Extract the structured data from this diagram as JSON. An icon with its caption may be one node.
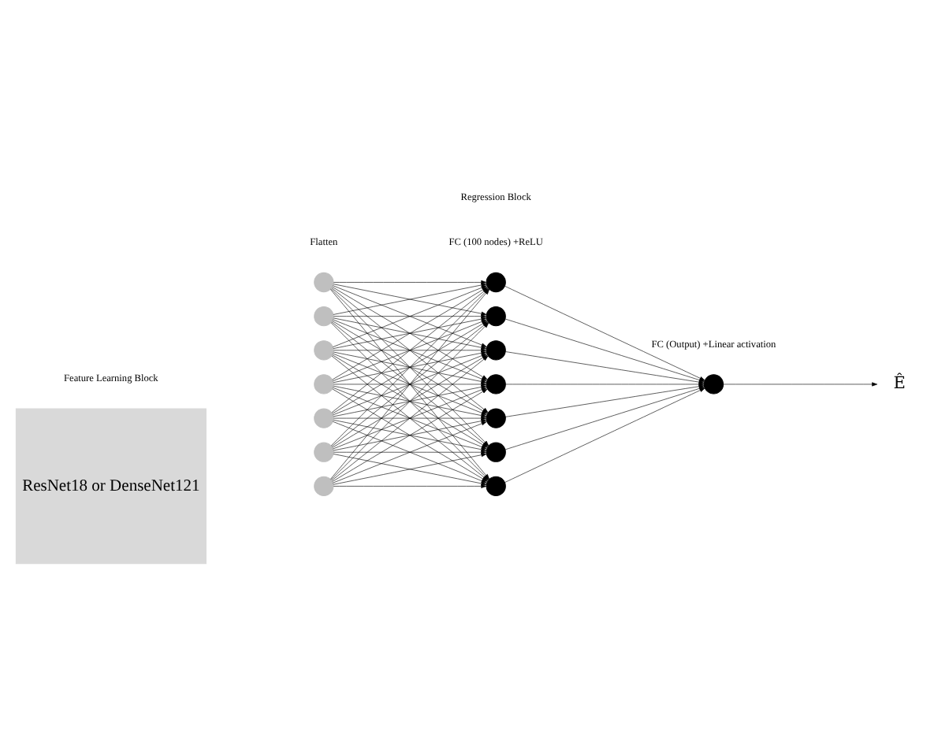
{
  "diagram": {
    "nodes": [
      {
        "text": [
          "ResNet18 or DenseNet121"
        ]
      },
      {
        "text": [],
        "shape": "circle"
      },
      {
        "text": [],
        "shape": "circle"
      },
      {
        "text": [],
        "shape": "circle"
      },
      {
        "text": [],
        "shape": "circle"
      },
      {
        "text": [],
        "shape": "circle"
      },
      {
        "text": [],
        "shape": "circle"
      },
      {
        "text": [],
        "shape": "circle"
      },
      {
        "text": [],
        "shape": "circle"
      },
      {
        "text": [],
        "shape": "circle"
      },
      {
        "text": [],
        "shape": "circle"
      },
      {
        "text": [],
        "shape": "circle"
      },
      {
        "text": [],
        "shape": "circle"
      },
      {
        "text": [],
        "shape": "circle"
      },
      {
        "text": [],
        "shape": "circle"
      },
      {
        "text": [],
        "shape": "circle"
      },
      {
        "text": [
          "Ê"
        ]
      }
    ],
    "edges": [
      {
        "from": 1,
        "to": 8,
        "arrow": "to"
      },
      {
        "from": 1,
        "to": 9,
        "arrow": "to"
      },
      {
        "from": 1,
        "to": 10,
        "arrow": "to"
      },
      {
        "from": 1,
        "to": 11,
        "arrow": "to"
      },
      {
        "from": 1,
        "to": 12,
        "arrow": "to"
      },
      {
        "from": 1,
        "to": 13,
        "arrow": "to"
      },
      {
        "from": 1,
        "to": 14,
        "arrow": "to"
      },
      {
        "from": 2,
        "to": 8,
        "arrow": "to"
      },
      {
        "from": 2,
        "to": 9,
        "arrow": "to"
      },
      {
        "from": 2,
        "to": 10,
        "arrow": "to"
      },
      {
        "from": 2,
        "to": 11,
        "arrow": "to"
      },
      {
        "from": 2,
        "to": 12,
        "arrow": "to"
      },
      {
        "from": 2,
        "to": 13,
        "arrow": "to"
      },
      {
        "from": 2,
        "to": 14,
        "arrow": "to"
      },
      {
        "from": 3,
        "to": 8,
        "arrow": "to"
      },
      {
        "from": 3,
        "to": 9,
        "arrow": "to"
      },
      {
        "from": 3,
        "to": 10,
        "arrow": "to"
      },
      {
        "from": 3,
        "to": 11,
        "arrow": "to"
      },
      {
        "from": 3,
        "to": 12,
        "arrow": "to"
      },
      {
        "from": 3,
        "to": 13,
        "arrow": "to"
      },
      {
        "from": 3,
        "to": 14,
        "arrow": "to"
      },
      {
        "from": 4,
        "to": 8,
        "arrow": "to"
      },
      {
        "from": 4,
        "to": 9,
        "arrow": "to"
      },
      {
        "from": 4,
        "to": 10,
        "arrow": "to"
      },
      {
        "from": 4,
        "to": 11,
        "arrow": "to"
      },
      {
        "from": 4,
        "to": 12,
        "arrow": "to"
      },
      {
        "from": 4,
        "to": 13,
        "arrow": "to"
      },
      {
        "from": 4,
        "to": 14,
        "arrow": "to"
      },
      {
        "from": 5,
        "to": 8,
        "arrow": "to"
      },
      {
        "from": 5,
        "to": 9,
        "arrow": "to"
      },
      {
        "from": 5,
        "to": 10,
        "arrow": "to"
      },
      {
        "from": 5,
        "to": 11,
        "arrow": "to"
      },
      {
        "from": 5,
        "to": 12,
        "arrow": "to"
      },
      {
        "from": 5,
        "to": 13,
        "arrow": "to"
      },
      {
        "from": 5,
        "to": 14,
        "arrow": "to"
      },
      {
        "from": 6,
        "to": 8,
        "arrow": "to"
      },
      {
        "from": 6,
        "to": 9,
        "arrow": "to"
      },
      {
        "from": 6,
        "to": 10,
        "arrow": "to"
      },
      {
        "from": 6,
        "to": 11,
        "arrow": "to"
      },
      {
        "from": 6,
        "to": 12,
        "arrow": "to"
      },
      {
        "from": 6,
        "to": 13,
        "arrow": "to"
      },
      {
        "from": 6,
        "to": 14,
        "arrow": "to"
      },
      {
        "from": 7,
        "to": 8,
        "arrow": "to"
      },
      {
        "from": 7,
        "to": 9,
        "arrow": "to"
      },
      {
        "from": 7,
        "to": 10,
        "arrow": "to"
      },
      {
        "from": 7,
        "to": 11,
        "arrow": "to"
      },
      {
        "from": 7,
        "to": 12,
        "arrow": "to"
      },
      {
        "from": 7,
        "to": 13,
        "arrow": "to"
      },
      {
        "from": 7,
        "to": 14,
        "arrow": "to"
      },
      {
        "from": 8,
        "to": 15,
        "arrow": "to"
      },
      {
        "from": 9,
        "to": 15,
        "arrow": "to"
      },
      {
        "from": 10,
        "to": 15,
        "arrow": "to"
      },
      {
        "from": 11,
        "to": 15,
        "arrow": "to"
      },
      {
        "from": 12,
        "to": 15,
        "arrow": "to"
      },
      {
        "from": 13,
        "to": 15,
        "arrow": "to"
      },
      {
        "from": 14,
        "to": 15,
        "arrow": "to"
      },
      {
        "from": 15,
        "to": 16,
        "arrow": "to"
      }
    ],
    "labels": [
      "Flatten",
      "FC (100 nodes) +ReLU",
      "FC (Output) +Linear activation",
      "Feature Learning Block",
      "Regression Block"
    ]
  }
}
